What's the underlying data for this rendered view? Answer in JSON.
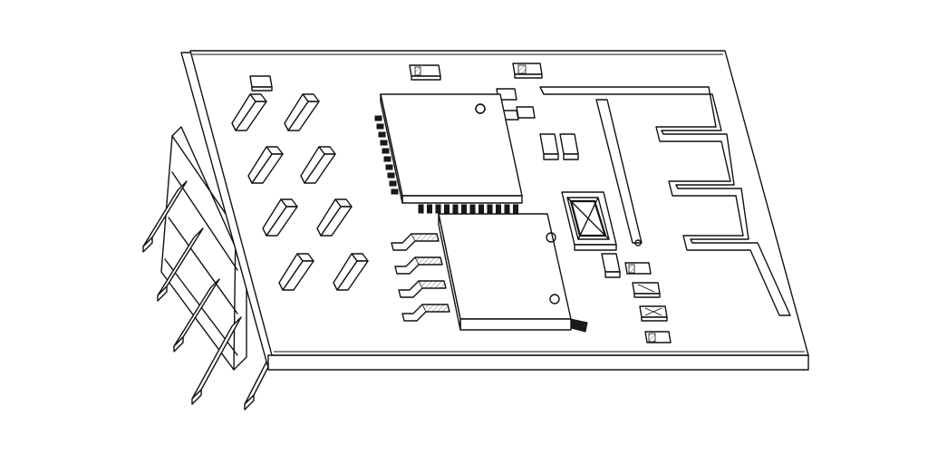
{
  "figure": {
    "type": "isometric-line-drawing",
    "subject_icon": "pcb-module-with-pin-header",
    "line_color": "#111111",
    "background_color": "#ffffff"
  },
  "counts": {
    "header_pins": 5,
    "board_pads": 8,
    "ic_side_pins": 4,
    "ic_bottom_pins": 12,
    "antenna_meander_turns": 4
  }
}
